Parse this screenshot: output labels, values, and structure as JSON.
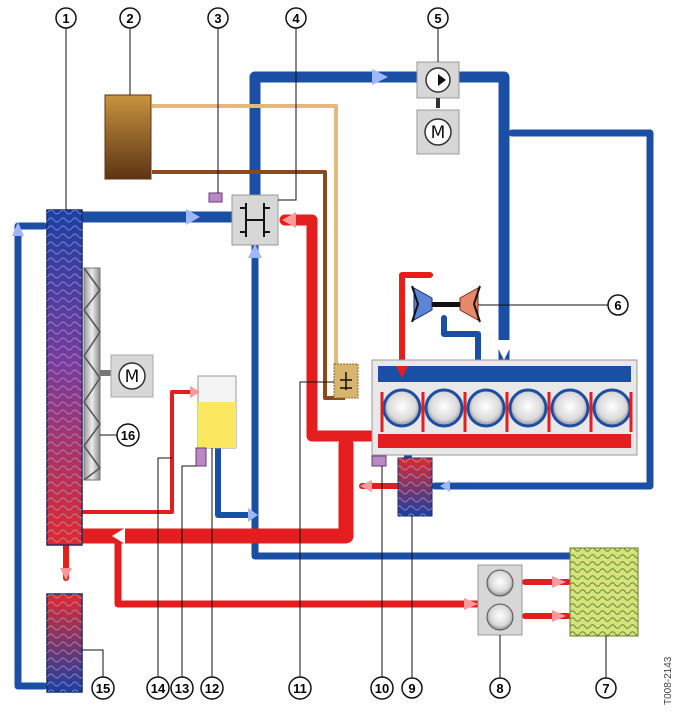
{
  "diagram": {
    "code": "T008-2143",
    "motor_symbol": "M",
    "callouts": [
      "1",
      "2",
      "3",
      "4",
      "5",
      "6",
      "7",
      "8",
      "9",
      "10",
      "11",
      "12",
      "13",
      "14",
      "15",
      "16"
    ],
    "colors": {
      "cold": "#1b4fa5",
      "hot": "#e41e1e",
      "light_line": "#e2b97a",
      "brown_line": "#8a4a20",
      "grey_box": "#d7d7d7",
      "engine_block": "#e8e8e8",
      "sensor": "#b98ac2",
      "oil_yellow": "#fbe860",
      "radiator_7": "#d7e27a"
    }
  }
}
